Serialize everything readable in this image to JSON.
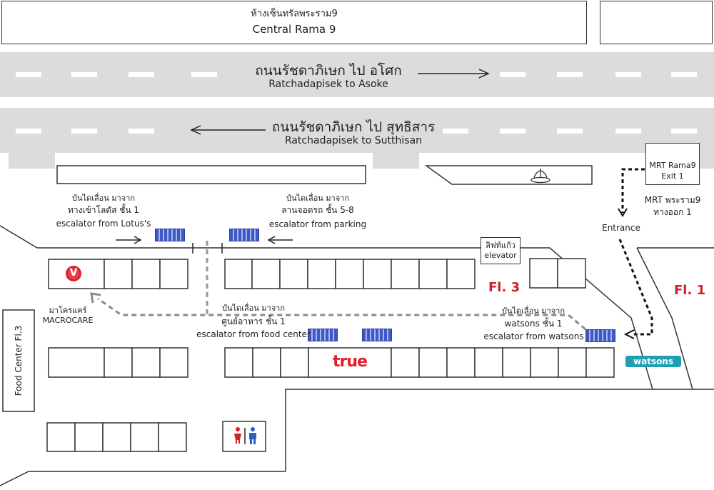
{
  "mall": {
    "name_th": "ห้างเซ็นทรัลพระราม9",
    "name_en": "Central Rama 9"
  },
  "roads": {
    "to_asoke": {
      "th": "ถนนรัชดาภิเษก ไป อโศก",
      "en": "Ratchadapisek to Asoke"
    },
    "to_sutthisan": {
      "th": "ถนนรัชดาภิเษก ไป สุทธิสาร",
      "en": "Ratchadapisek to Sutthisan"
    }
  },
  "mrt": {
    "sign_line1": "MRT Rama9",
    "sign_line2": "Exit 1",
    "th_line1": "MRT พระราม9",
    "th_line2": "ทางออก 1"
  },
  "entrance": "Entrance",
  "escalators": {
    "lotus": {
      "th1": "บันไดเลื่อน มาจาก",
      "th2": "ทางเข้าโลตัส ชั้น 1",
      "en": "escalator from Lotus's"
    },
    "parking": {
      "th1": "บันไดเลื่อน มาจาก",
      "th2": "ลานจอดรถ ชั้น 5-8",
      "en": "escalator from parking"
    },
    "food": {
      "th1": "บันไดเลื่อน มาจาก",
      "th2": "ศูนย์อาหาร ชั้น 1",
      "en": "escalator from food center"
    },
    "watsons": {
      "th1": "บันไดเลื่อน มาจาก",
      "th2": "watsons ชั้น 1",
      "en": "escalator from watsons"
    }
  },
  "elevator": {
    "th": "ลิฟท์แก้ว",
    "en": "elevator"
  },
  "floors": {
    "fl3": "Fl. 3",
    "fl1": "Fl. 1"
  },
  "macrocare": {
    "th": "มาโครแคร์",
    "en": "MACROCARE",
    "logo_letter": "V"
  },
  "food_center": "Food Center Fl.3",
  "brands": {
    "true": "true",
    "watsons": "watsons"
  },
  "colors": {
    "route": "#8a8a8a",
    "floor_label": "#d0202a",
    "escalator": "#3f58c8",
    "watsons": "#1fa0b2",
    "true": "#e0202a",
    "road": "#dcdcdc"
  },
  "icons": [
    "fountain-icon",
    "mrt-logo-icon",
    "restroom-icon",
    "macrocare-logo-icon"
  ]
}
